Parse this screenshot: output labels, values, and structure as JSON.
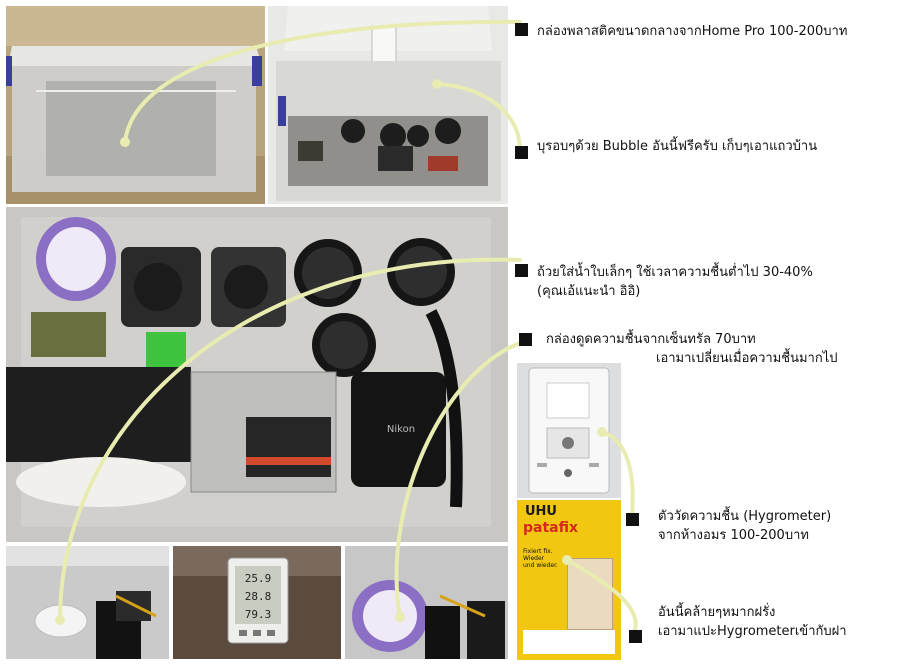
{
  "captions": {
    "box": "กล่องพลาสติคขนาดกลางจากHome Pro 100-200บาท",
    "bubble": "บุรอบๆด้วย Bubble อันนี้ฟรีครับ เก็บๆเอาแถวบ้าน",
    "water_line1": "ถ้วยใส่น้ำใบเล็กๆ ใช้เวลาความชื้นต่ำไป 30-40%",
    "water_line2": "(คุณเอ้แนะนำ อิอิ)",
    "absorber_line1": "กล่องดูดความชื้นจากเซ็นทรัล 70บาท",
    "absorber_line2": "เอามาเปลี่ยนเมื่อความชื้นมากไป",
    "hygro_line1": "ตัววัดความชื้น (Hygrometer)",
    "hygro_line2": "จากห้างอมร 100-200บาท",
    "patafix_line1": "อันนี้คล้ายๆหมากฝรั่ง",
    "patafix_line2": "เอามาแปะHygrometerเข้ากับฝา"
  },
  "product": {
    "brand": "UHU",
    "name": "patafix",
    "tagline_1": "Fixiert fix.",
    "tagline_2": "Wieder",
    "tagline_3": "und wieder."
  },
  "hygrometer_display": {
    "top": "25.9",
    "middle": "28.8",
    "bottom": "79.3"
  },
  "camera_brand": "Nikon",
  "colors": {
    "connector": "#e8ecb0",
    "marker": "#111111",
    "box_plastic": "#dcdcd8",
    "uhu_yellow": "#f2c712",
    "lid_purple": "#8a6fc4"
  }
}
